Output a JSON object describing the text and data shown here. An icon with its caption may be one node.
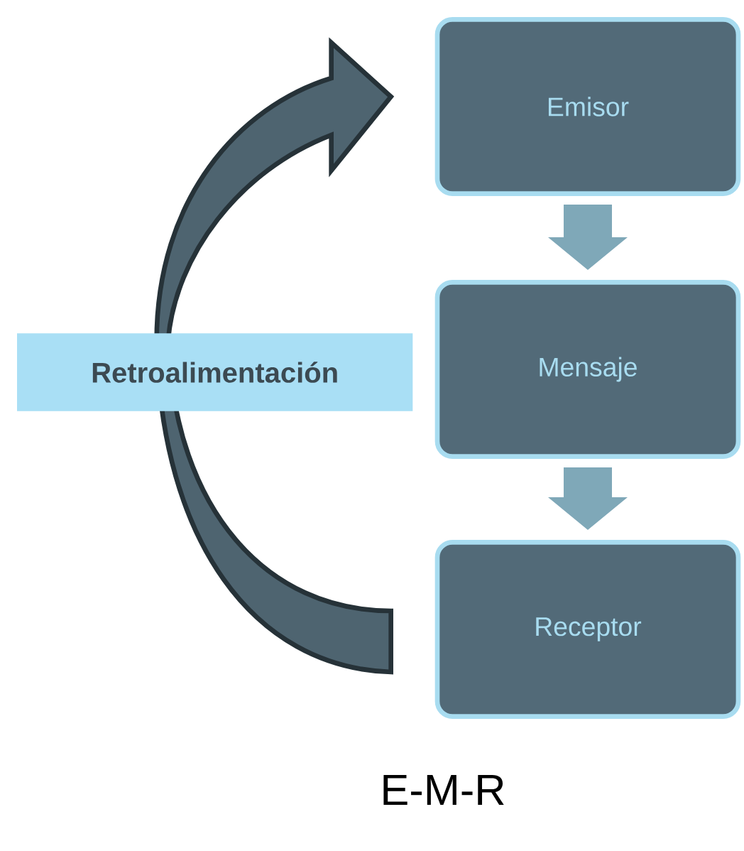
{
  "diagram": {
    "caption": "E-M-R",
    "nodes": [
      {
        "text": [
          "Emisor"
        ]
      },
      {
        "text": [
          "Mensaje"
        ]
      },
      {
        "text": [
          "Receptor"
        ]
      }
    ],
    "edges": [
      {
        "from": 0,
        "to": 1,
        "arrow": "to"
      },
      {
        "from": 1,
        "to": 2,
        "arrow": "to"
      },
      {
        "from": 2,
        "to": 0,
        "arrow": "to",
        "label": "Retroalimentación",
        "style": "thick",
        "color": "#4e6470"
      }
    ]
  }
}
